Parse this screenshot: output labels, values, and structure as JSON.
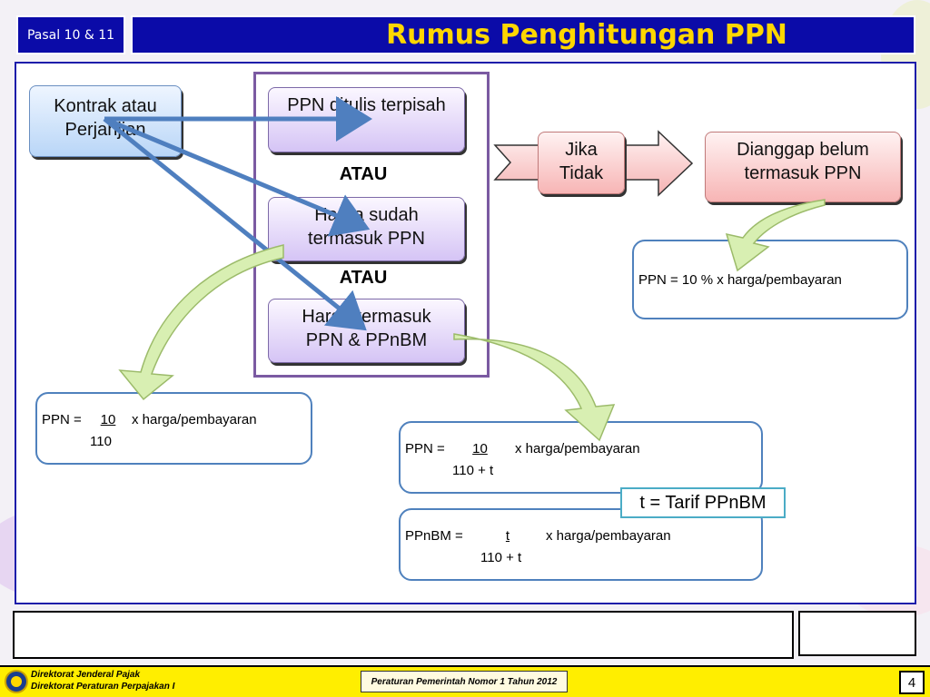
{
  "header": {
    "tag": "Pasal 10 & 11",
    "title": "Rumus Penghitungan PPN"
  },
  "diagram": {
    "source_node": "Kontrak atau Perjanjian",
    "options": [
      "PPN ditulis terpisah",
      "Harga sudah termasuk PPN",
      "Harga termasuk PPN & PPnBM"
    ],
    "separator": "ATAU",
    "condition": "Jika Tidak",
    "result_node": "Dianggap belum termasuk PPN"
  },
  "formulas": {
    "separate": "PPN = 10 % x harga/pembayaran",
    "inclusive": {
      "lhs": "PPN = ",
      "numerator": "10",
      "rest": "x harga/pembayaran",
      "denominator": "110"
    },
    "ppnbm_ppn": {
      "lhs": "PPN = ",
      "numerator": "10",
      "rest": "x harga/pembayaran",
      "denominator": "110 + t"
    },
    "ppnbm": {
      "lhs": "PPnBM = ",
      "numerator": "t",
      "rest": "x harga/pembayaran",
      "denominator": "110 + t"
    },
    "tarif_note": "t = Tarif PPnBM"
  },
  "footer": {
    "org_line1": "Direktorat Jenderal Pajak",
    "org_line2": "Direktorat Peraturan Perpajakan I",
    "regulation": "Peraturan Pemerintah Nomor 1 Tahun 2012",
    "page_number": "4"
  },
  "colors": {
    "header_bg": "#0b0ba8",
    "title_text": "#ffd700",
    "frame_purple": "#7b5aa2",
    "formula_border": "#4f81bd",
    "footer_bg": "#ffee00",
    "arrow_blue": "#4f7fbf",
    "curved_arrow_green": "#c9e79a"
  }
}
